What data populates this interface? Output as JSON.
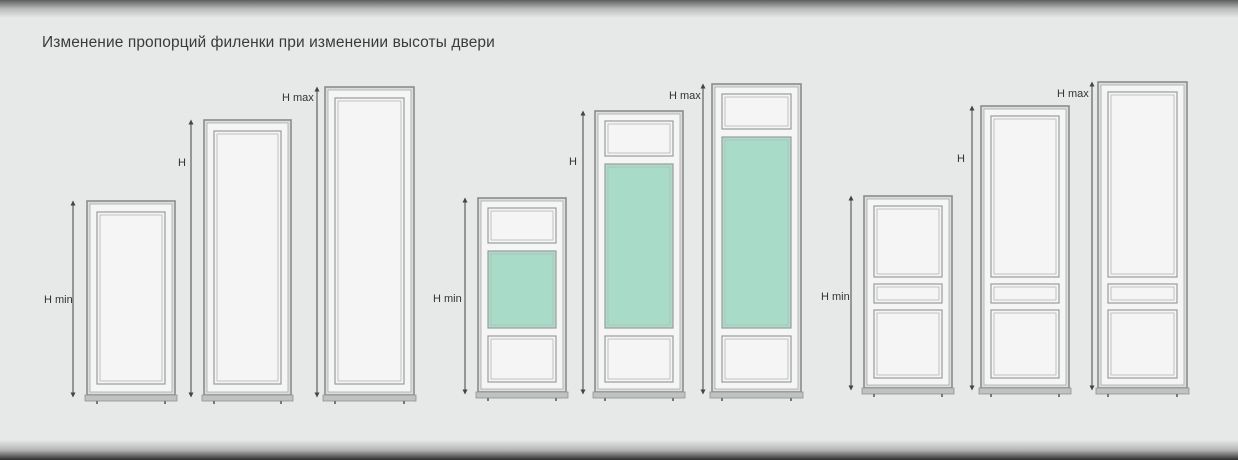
{
  "title": "Изменение пропорций филенки при изменении высоты двери",
  "colors": {
    "glass": "#a8dcc8",
    "frame": "#8a8d8c",
    "door_face": "#f4f5f4",
    "dimension_line": "#444444"
  },
  "groups": [
    {
      "name": "single-panel",
      "doors": [
        {
          "size": "min",
          "label": "H min"
        },
        {
          "size": "mid",
          "label": "H"
        },
        {
          "size": "max",
          "label": "H max"
        }
      ]
    },
    {
      "name": "glazed",
      "doors": [
        {
          "size": "min",
          "label": "H min"
        },
        {
          "size": "mid",
          "label": "H"
        },
        {
          "size": "max",
          "label": "H max"
        }
      ]
    },
    {
      "name": "three-panel",
      "doors": [
        {
          "size": "min",
          "label": "H min"
        },
        {
          "size": "mid",
          "label": "H"
        },
        {
          "size": "max",
          "label": "H max"
        }
      ]
    }
  ]
}
